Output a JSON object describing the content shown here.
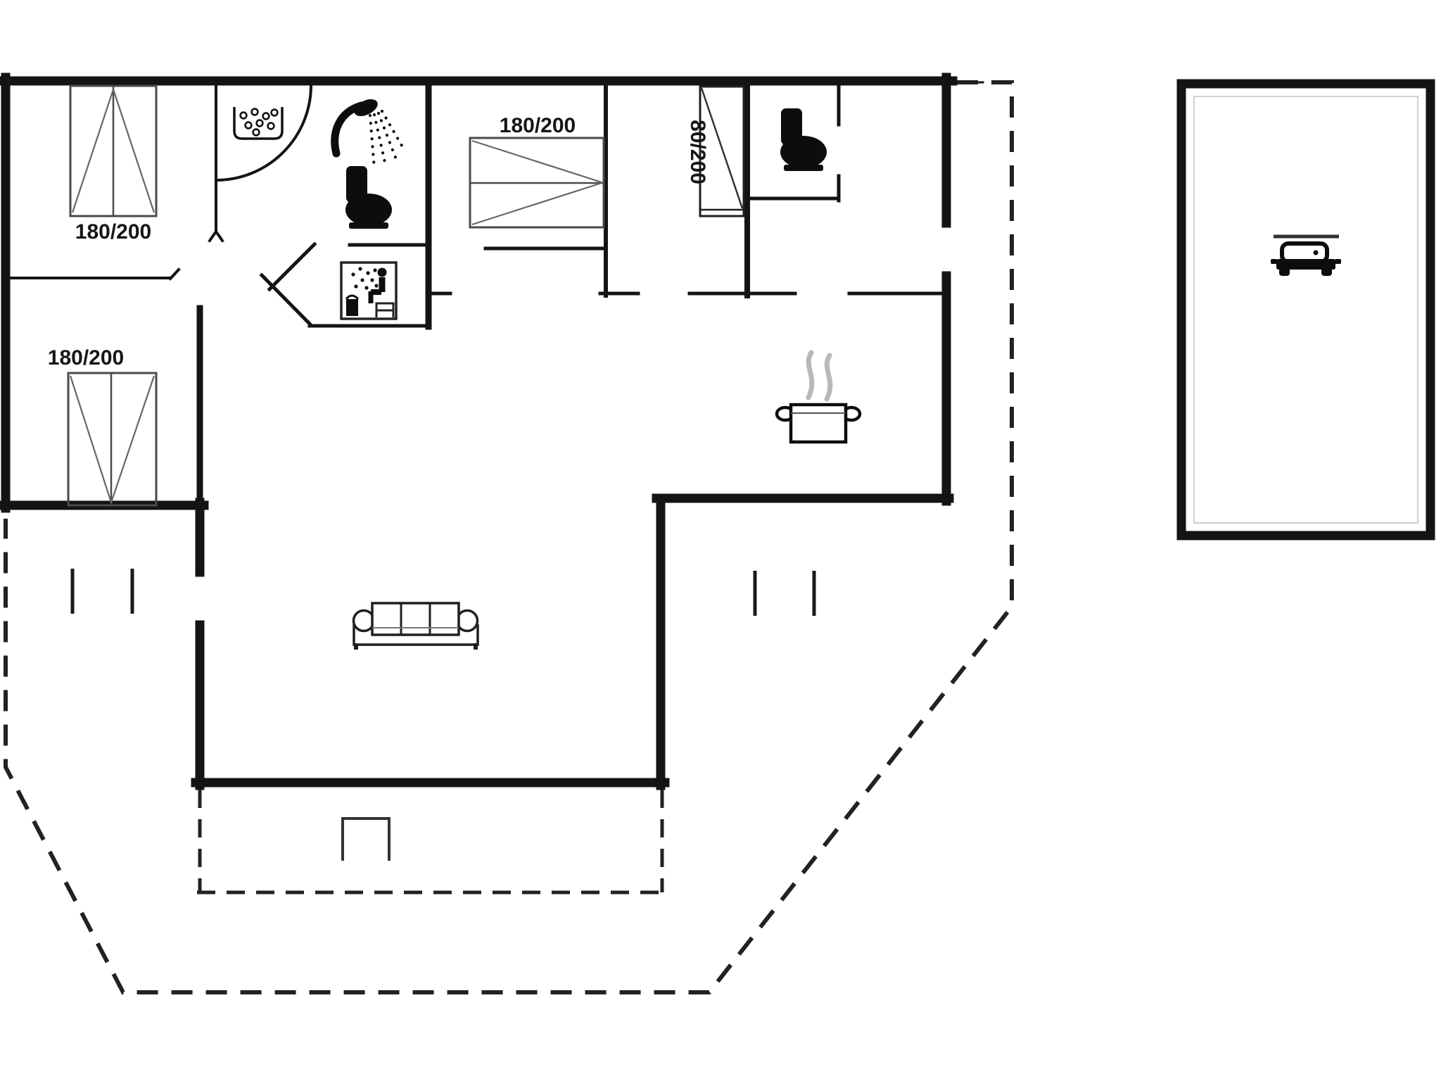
{
  "diagram": {
    "type": "floor-plan",
    "background": "#ffffff",
    "wall_color": "#141414",
    "bed_line_color": "#4a4a4a",
    "steam_color": "#b8b8b8",
    "labels": {
      "bed_top_left": "180/200",
      "bed_middle": "180/200",
      "bed_bottom_left": "180/200",
      "bed_single_vertical": "80/200"
    },
    "rooms": [
      "bedroom-top-left",
      "bathroom",
      "sauna",
      "bedroom-middle",
      "bedroom-single",
      "wc",
      "entrance-hall",
      "kitchen",
      "living-room",
      "bedroom-bottom-left",
      "terrace",
      "carport"
    ],
    "icons": [
      "whirlpool-tub-icon",
      "shower-icon",
      "toilet-icon",
      "sauna-icon",
      "toilet-icon",
      "stove-pot-icon",
      "sofa-icon",
      "car-icon"
    ]
  }
}
